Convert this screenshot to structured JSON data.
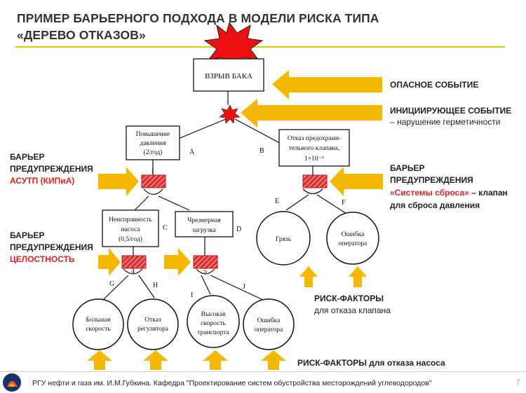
{
  "title": {
    "line1": "ПРИМЕР БАРЬЕРНОГО ПОДХОДА В МОДЕЛИ РИСКА ТИПА",
    "line2": "«ДЕРЕВО ОТКАЗОВ»"
  },
  "labels": {
    "hazard_event": "ОПАСНОЕ СОБЫТИЕ",
    "initiating_event_line1": "ИНИЦИИРУЮЩЕЕ  СОБЫТИЕ",
    "initiating_event_line2": "– нарушение герметичности",
    "barrier_left1_line1": "БАРЬЕР",
    "barrier_left1_line2": "ПРЕДУПРЕЖДЕНИЯ",
    "barrier_left1_line3": "АСУТП (КИПиА)",
    "barrier_left2_line1": "БАРЬЕР",
    "barrier_left2_line2": "ПРЕДУПРЕЖДЕНИЯ",
    "barrier_left2_line3": "ЦЕЛОСТНОСТЬ",
    "barrier_right_line1": "БАРЬЕР",
    "barrier_right_line2": "ПРЕДУПРЕЖДЕНИЯ",
    "barrier_right_line3_red": "«Системы сброса»",
    "barrier_right_line3_rest": " – клапан",
    "barrier_right_line4": "для сброса давления",
    "risk_valve_line1": "РИСК-ФАКТОРЫ",
    "risk_valve_line2": "для отказа клапана",
    "risk_pump": "РИСК-ФАКТОРЫ для отказа насоса"
  },
  "tree": {
    "top": "ВЗРЫВ БАКА",
    "pressure_line1": "Повышение",
    "pressure_line2": "давления",
    "pressure_line3": "(2/год)",
    "valve_line1": "Отказ предохрани-",
    "valve_line2": "тельного клапана,",
    "valve_line3": "1×10⁻⁶",
    "pump_line1": "Неисправность",
    "pump_line2": "насоса",
    "pump_line3": "(0,5/год)",
    "overload_line1": "Чрезмерная",
    "overload_line2": "загрузка",
    "dirt": "Грязь",
    "op_error1_line1": "Ошибка",
    "op_error1_line2": "оператора",
    "speed_line1": "Большая",
    "speed_line2": "скорость",
    "regulator_line1": "Отказ",
    "regulator_line2": "регулятора",
    "transport_line1": "Высокая",
    "transport_line2": "скорость",
    "transport_line3": "транспорта",
    "op_error2_line1": "Ошибка",
    "op_error2_line2": "оператора",
    "letters": [
      "A",
      "B",
      "C",
      "D",
      "E",
      "F",
      "G",
      "H",
      "I",
      "J"
    ],
    "gate_numbers": [
      "1",
      "4",
      "5"
    ]
  },
  "footer": {
    "text": "РГУ нефти и газа им. И.М.Губкина. Кафедра \"Проектирование систем обустройства месторождений углеводородов\"",
    "page": "7"
  },
  "colors": {
    "arrow": "#f5b800",
    "barrier": "#e53030",
    "accent_red": "#e02020",
    "rule": "#f2c400"
  }
}
